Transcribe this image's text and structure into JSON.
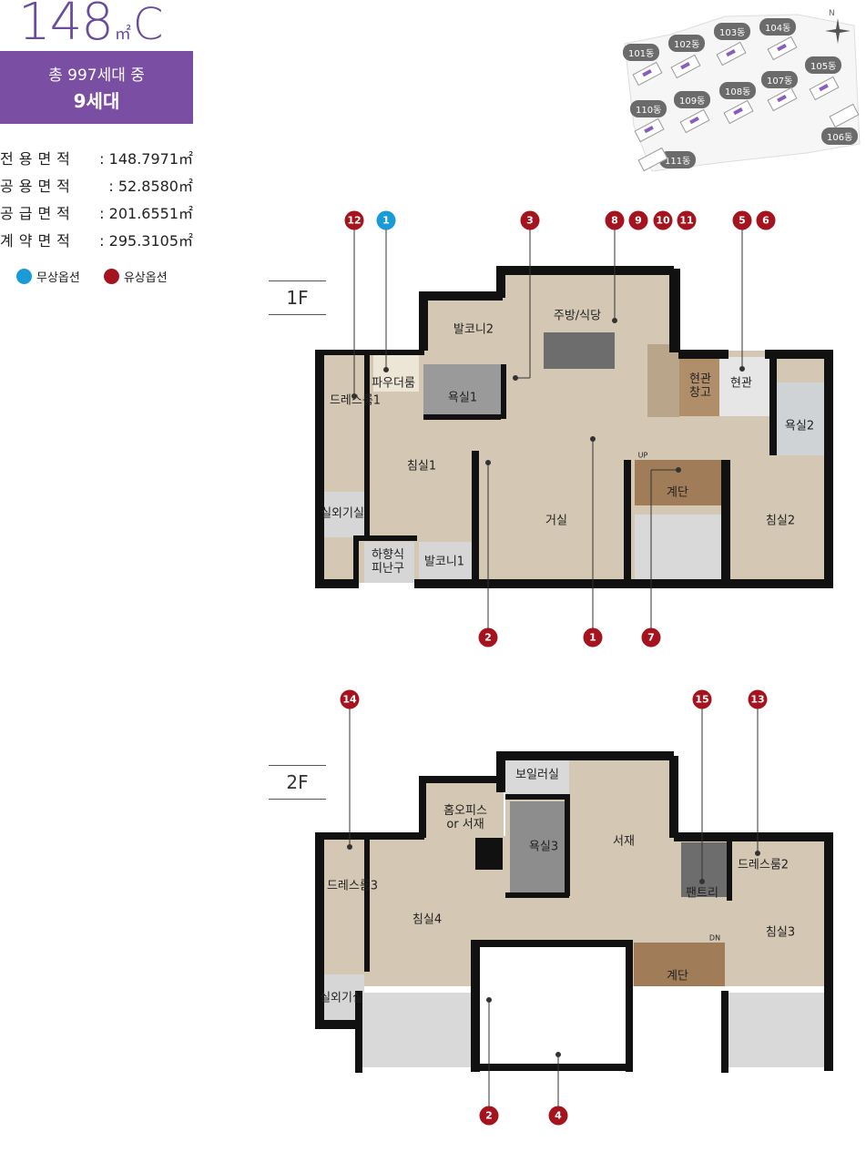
{
  "header": {
    "type_number": "148",
    "type_unit": "㎡",
    "type_letter": "C",
    "total_units_line": "총 997세대 중",
    "units_line": "9세대"
  },
  "areas": [
    {
      "label": "전용면적",
      "value": ": 148.7971㎡"
    },
    {
      "label": "공용면적",
      "value": ":   52.8580㎡"
    },
    {
      "label": "공급면적",
      "value": ": 201.6551㎡"
    },
    {
      "label": "계약면적",
      "value": ": 295.3105㎡"
    }
  ],
  "legend": {
    "free_option": "무상옵션",
    "paid_option": "유상옵션",
    "colors": {
      "free": "#1a9ad6",
      "paid": "#a5141e"
    }
  },
  "site_map": {
    "compass": "N",
    "buildings": [
      "101동",
      "102동",
      "103동",
      "104동",
      "105동",
      "106동",
      "107동",
      "108동",
      "109동",
      "110동",
      "111동"
    ]
  },
  "floors": [
    {
      "label": "1F",
      "rooms": [
        "파우더룸",
        "드레스룸1",
        "침실1",
        "실외기실",
        "하향식\n피난구",
        "발코니1",
        "발코니2",
        "욕실1",
        "주방/식당",
        "거실",
        "현관\n창고",
        "현관",
        "욕실2",
        "계단",
        "침실2"
      ],
      "stair_text": "UP",
      "markers": [
        {
          "n": "12",
          "kind": "paid"
        },
        {
          "n": "1",
          "kind": "free"
        },
        {
          "n": "3",
          "kind": "paid"
        },
        {
          "n": "8",
          "kind": "paid"
        },
        {
          "n": "9",
          "kind": "paid"
        },
        {
          "n": "10",
          "kind": "paid"
        },
        {
          "n": "11",
          "kind": "paid"
        },
        {
          "n": "5",
          "kind": "paid"
        },
        {
          "n": "6",
          "kind": "paid"
        },
        {
          "n": "2",
          "kind": "paid"
        },
        {
          "n": "1",
          "kind": "paid"
        },
        {
          "n": "7",
          "kind": "paid"
        }
      ]
    },
    {
      "label": "2F",
      "rooms": [
        "보일러실",
        "홈오피스\nor 서재",
        "욕실3",
        "서재",
        "드레스룸3",
        "침실4",
        "실외기실",
        "팬트리",
        "드레스룸2",
        "침실3",
        "계단"
      ],
      "stair_text": "DN",
      "markers": [
        {
          "n": "14",
          "kind": "paid"
        },
        {
          "n": "15",
          "kind": "paid"
        },
        {
          "n": "13",
          "kind": "paid"
        },
        {
          "n": "2",
          "kind": "paid"
        },
        {
          "n": "4",
          "kind": "paid"
        }
      ]
    }
  ]
}
